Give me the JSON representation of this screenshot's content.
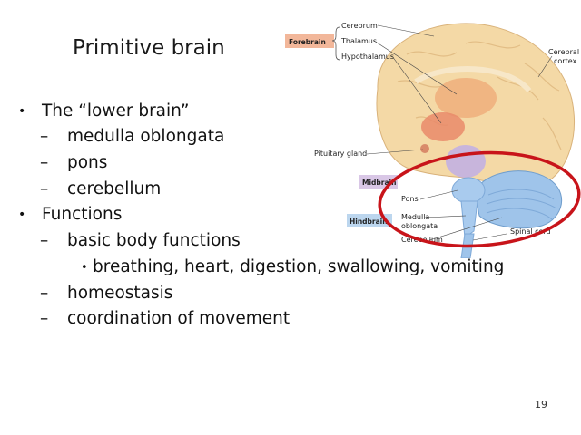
{
  "slide": {
    "title": "Primitive brain",
    "bullets": [
      {
        "level": 1,
        "marker": "•",
        "text": "The “lower brain”"
      },
      {
        "level": 2,
        "marker": "–",
        "text": "medulla oblongata"
      },
      {
        "level": 2,
        "marker": "–",
        "text": "pons"
      },
      {
        "level": 2,
        "marker": "–",
        "text": "cerebellum"
      },
      {
        "level": 1,
        "marker": "•",
        "text": "Functions"
      },
      {
        "level": 2,
        "marker": "–",
        "text": "basic body functions"
      },
      {
        "level": 3,
        "marker": "•",
        "text": "breathing, heart, digestion, swallowing, vomiting"
      },
      {
        "level": 2,
        "marker": "–",
        "text": "homeostasis"
      },
      {
        "level": 2,
        "marker": "–",
        "text": "coordination of movement"
      }
    ],
    "page_number": "19"
  },
  "diagram": {
    "region_tags": {
      "forebrain": "Forebrain",
      "midbrain": "Midbrain",
      "hindbrain": "Hindbrain"
    },
    "labels": {
      "cerebrum": "Cerebrum",
      "thalamus": "Thalamus",
      "hypothalamus": "Hypothalamus",
      "cerebral_cortex_1": "Cerebral",
      "cerebral_cortex_2": "cortex",
      "pituitary_gland": "Pituitary gland",
      "pons": "Pons",
      "medulla_1": "Medulla",
      "medulla_2": "oblongata",
      "cerebellum": "Cerebellum",
      "spinal_cord": "Spinal cord"
    },
    "colors": {
      "forebrain_tag": "#f2b79a",
      "midbrain_tag": "#d9c7e6",
      "hindbrain_tag": "#bcd6ee",
      "highlight_ellipse": "#c8141a",
      "cerebrum": "#f4d9a6",
      "hindbrain": "#9fc4ea"
    }
  }
}
